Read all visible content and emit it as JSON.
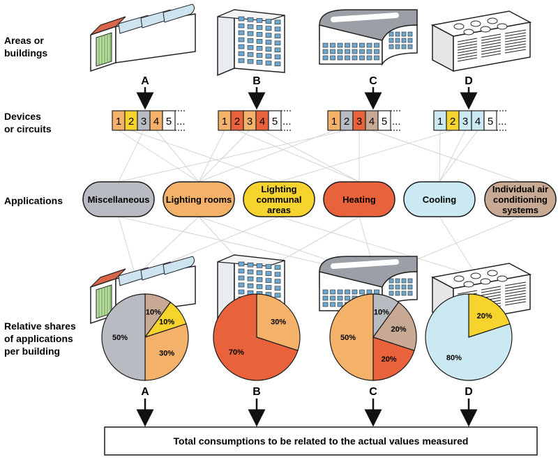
{
  "row_labels": {
    "areas": [
      "Areas or",
      "buildings"
    ],
    "devices": [
      "Devices",
      "or circuits"
    ],
    "applications": [
      "Applications"
    ],
    "shares": [
      "Relative shares",
      "of applications",
      "per building"
    ]
  },
  "building_letters": [
    "A",
    "B",
    "C",
    "D"
  ],
  "building_icons": [
    "factory-icon",
    "office-block-icon",
    "rounded-building-icon",
    "warehouse-icon"
  ],
  "circuits": {
    "numbers": [
      "1",
      "2",
      "3",
      "4",
      "5"
    ],
    "ellipsis": "...",
    "colors": [
      [
        "#f3b16a",
        "#f6d32d",
        "#b8bcc2",
        "#f3b16a",
        "#ffffff"
      ],
      [
        "#f3b16a",
        "#e8623c",
        "#f3b16a",
        "#e8623c",
        "#ffffff"
      ],
      [
        "#f3b16a",
        "#b8bcc2",
        "#e8623c",
        "#c8a994",
        "#ffffff"
      ],
      [
        "#cbe9f2",
        "#f6d32d",
        "#cbe9f2",
        "#cbe9f2",
        "#ffffff"
      ]
    ]
  },
  "applications": [
    {
      "lines": [
        "Miscellaneous"
      ],
      "color": "#b8bcc2"
    },
    {
      "lines": [
        "Lighting rooms"
      ],
      "color": "#f3b16a"
    },
    {
      "lines": [
        "Lighting",
        "communal",
        "areas"
      ],
      "color": "#f6d32d"
    },
    {
      "lines": [
        "Heating"
      ],
      "color": "#e8623c"
    },
    {
      "lines": [
        "Cooling"
      ],
      "color": "#cbe9f2"
    },
    {
      "lines": [
        "Individual air",
        "conditioning",
        "systems"
      ],
      "color": "#c8a994"
    }
  ],
  "pies": [
    {
      "building": "A",
      "slices": [
        {
          "app": "Individual air conditioning systems",
          "value": 10,
          "label": "10%",
          "color": "#c8a994"
        },
        {
          "app": "Lighting communal areas",
          "value": 10,
          "label": "10%",
          "color": "#f6d32d"
        },
        {
          "app": "Lighting rooms",
          "value": 30,
          "label": "30%",
          "color": "#f3b16a"
        },
        {
          "app": "Miscellaneous",
          "value": 50,
          "label": "50%",
          "color": "#b8bcc2"
        }
      ]
    },
    {
      "building": "B",
      "slices": [
        {
          "app": "Lighting rooms",
          "value": 30,
          "label": "30%",
          "color": "#f3b16a"
        },
        {
          "app": "Heating",
          "value": 70,
          "label": "70%",
          "color": "#e8623c"
        }
      ]
    },
    {
      "building": "C",
      "slices": [
        {
          "app": "Miscellaneous",
          "value": 10,
          "label": "10%",
          "color": "#b8bcc2"
        },
        {
          "app": "Individual air conditioning systems",
          "value": 20,
          "label": "20%",
          "color": "#c8a994"
        },
        {
          "app": "Heating",
          "value": 20,
          "label": "20%",
          "color": "#e8623c"
        },
        {
          "app": "Lighting rooms",
          "value": 50,
          "label": "50%",
          "color": "#f3b16a"
        }
      ]
    },
    {
      "building": "D",
      "slices": [
        {
          "app": "Lighting communal areas",
          "value": 20,
          "label": "20%",
          "color": "#f6d32d"
        },
        {
          "app": "Cooling",
          "value": 80,
          "label": "80%",
          "color": "#cbe9f2"
        }
      ]
    }
  ],
  "total_label": "Total consumptions to be related to the actual values measured"
}
